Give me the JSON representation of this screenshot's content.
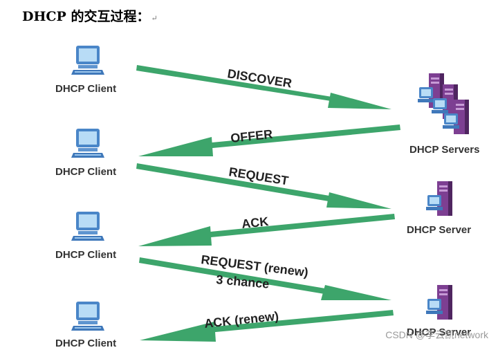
{
  "title": "DHCP 的交互过程：",
  "title_mark": "↵",
  "nodes": {
    "client_1": "DHCP Client",
    "client_2": "DHCP Client",
    "client_3": "DHCP Client",
    "client_4": "DHCP Client",
    "servers": "DHCP Servers",
    "server_1": "DHCP Server",
    "server_2": "DHCP Server"
  },
  "messages": {
    "discover": "DISCOVER",
    "offer": "OFFER",
    "request": "REQUEST",
    "ack": "ACK",
    "request_renew": "REQUEST (renew)",
    "request_renew_note": "3 chance",
    "ack_renew": "ACK (renew)"
  },
  "colors": {
    "arrow": "#3da56b",
    "arrow_dark": "#2b8a55",
    "monitor_frame": "#4a86c8",
    "monitor_screen": "#b8dcf6",
    "server_body": "#7d3f92",
    "server_dark": "#4f2560"
  },
  "watermark": "CSDN @李云凯network"
}
